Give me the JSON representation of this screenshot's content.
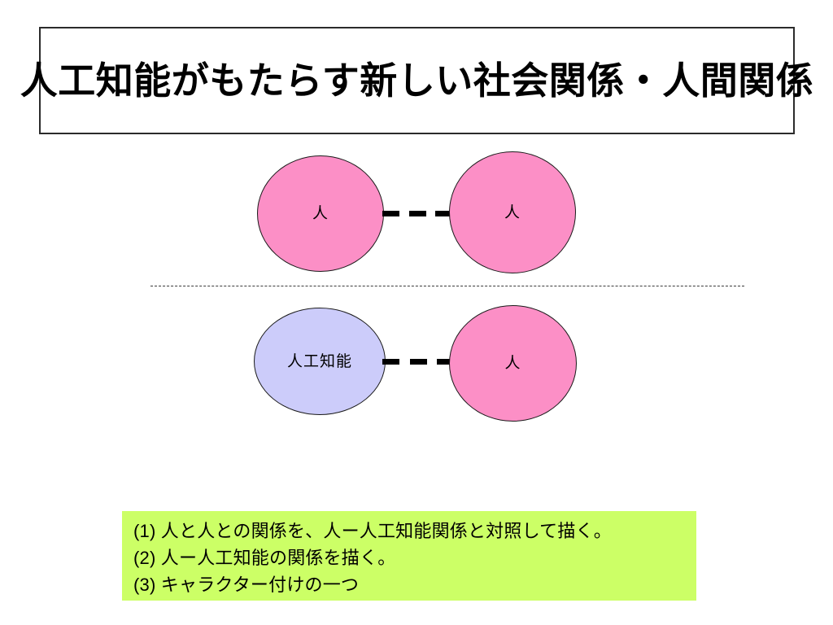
{
  "slide": {
    "title": "人工知能がもたらす新しい社会関係・人間関係",
    "background_color": "#ffffff"
  },
  "colors": {
    "person_fill": "#fc8fc6",
    "ai_fill": "#ccccfa",
    "node_stroke": "#1a1a1a",
    "notes_background": "#ccff66",
    "title_border": "#2b2b2b",
    "connector": "#000000",
    "divider": "#3a3a3a"
  },
  "diagram": {
    "type": "relationship-diagram",
    "upper_row": {
      "caption_role": "human-to-human relationship",
      "nodes": [
        {
          "id": "person-top-left",
          "label": "人",
          "shape": "circle",
          "fill": "#fc8fc6"
        },
        {
          "id": "person-top-right",
          "label": "人",
          "shape": "circle",
          "fill": "#fc8fc6"
        }
      ],
      "connector": {
        "style": "dashed",
        "dash_count": 3,
        "color": "#000000"
      }
    },
    "lower_row": {
      "caption_role": "human-to-AI relationship",
      "nodes": [
        {
          "id": "ai",
          "label": "人工知能",
          "shape": "circle",
          "fill": "#ccccfa"
        },
        {
          "id": "person-bottom-right",
          "label": "人",
          "shape": "circle",
          "fill": "#fc8fc6"
        }
      ],
      "connector": {
        "style": "dashed",
        "dash_count": 3,
        "color": "#000000"
      }
    },
    "divider": {
      "style": "dotted",
      "color": "#3a3a3a"
    }
  },
  "notes": {
    "lines": [
      "(1) 人と人との関係を、人ー人工知能関係と対照して描く。",
      "(2) 人ー人工知能の関係を描く。",
      "(3) キャラクター付けの一つ"
    ]
  }
}
